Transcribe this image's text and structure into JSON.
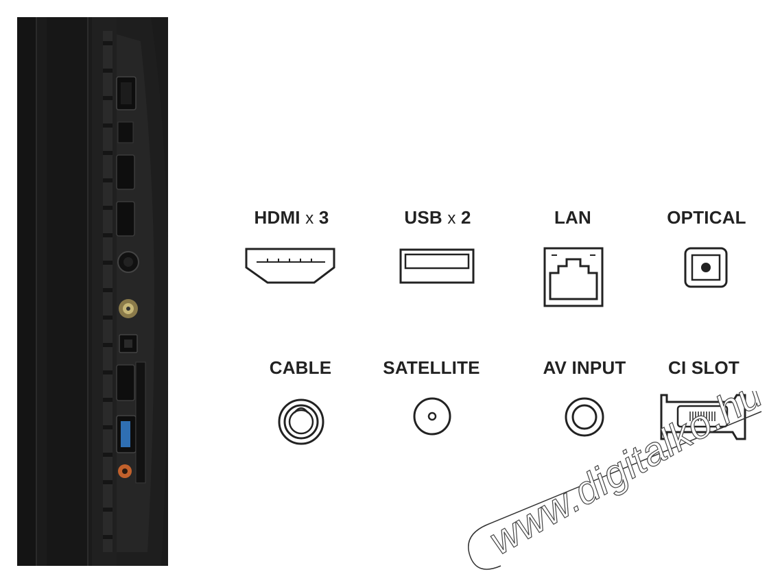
{
  "ports": [
    {
      "id": "hdmi",
      "name": "HDMI",
      "count_text": "x",
      "count": "3",
      "icon": "hdmi-port-icon"
    },
    {
      "id": "usb",
      "name": "USB",
      "count_text": "x",
      "count": "2",
      "icon": "usb-port-icon"
    },
    {
      "id": "lan",
      "name": "LAN",
      "icon": "lan-port-icon"
    },
    {
      "id": "optical",
      "name": "OPTICAL",
      "icon": "optical-port-icon"
    },
    {
      "id": "cable",
      "name": "CABLE",
      "icon": "coax-port-icon"
    },
    {
      "id": "satellite",
      "name": "SATELLITE",
      "icon": "satellite-port-icon"
    },
    {
      "id": "av",
      "name": "AV INPUT",
      "icon": "av-input-icon"
    },
    {
      "id": "ci",
      "name": "CI SLOT",
      "icon": "ci-slot-icon"
    }
  ],
  "watermark": {
    "text": "www.digitalko.hu"
  },
  "colors": {
    "panel": "#1a1a1a",
    "icon_stroke": "#222222",
    "usb_blue": "#2f6fb3",
    "av_orange": "#c2612c"
  }
}
